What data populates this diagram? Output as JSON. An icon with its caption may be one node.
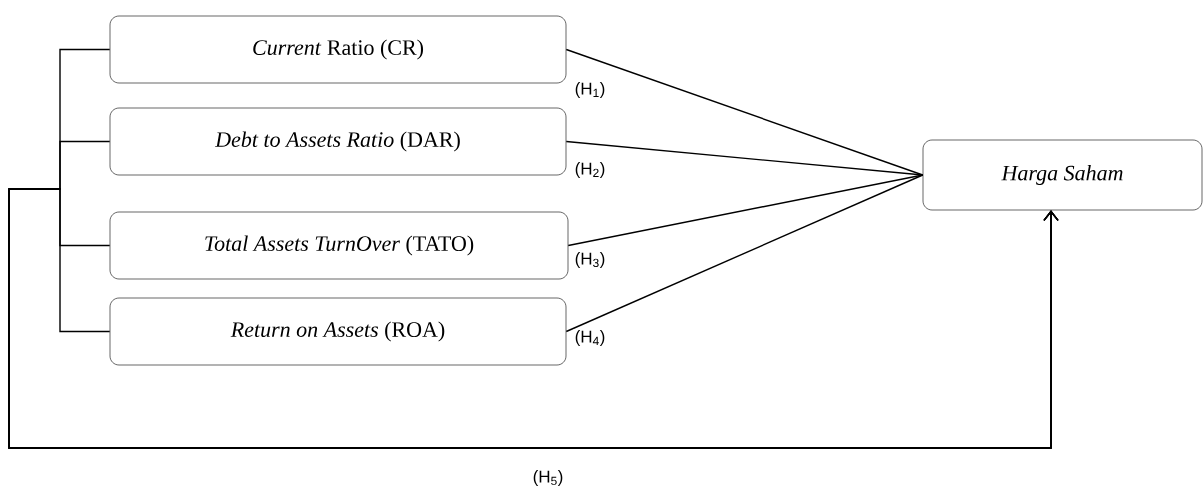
{
  "diagram": {
    "nodes": [
      {
        "text": [
          "*Current* Ratio (CR)"
        ]
      },
      {
        "text": [
          "*Debt to Assets Ratio* (DAR)"
        ]
      },
      {
        "text": [
          "*Total Assets TurnOver* (TATO)"
        ]
      },
      {
        "text": [
          "*Return on Assets* (ROA)"
        ]
      },
      {
        "text": [
          "*Harga Saham*"
        ]
      }
    ],
    "edges": [
      {
        "from": 0,
        "to": 4,
        "arrow": "none",
        "label": "(H$_{1}$)"
      },
      {
        "from": 1,
        "to": 4,
        "arrow": "none",
        "label": "(H$_{2}$)"
      },
      {
        "from": 2,
        "to": 4,
        "arrow": "none",
        "label": "(H$_{3}$)"
      },
      {
        "from": 3,
        "to": 4,
        "arrow": "none",
        "label": "(H$_{4}$)"
      },
      {
        "from": 0,
        "to": 4,
        "arrow": "to",
        "label": "(H$_{5}$)"
      },
      {
        "from": 1,
        "to": 4,
        "arrow": "to"
      },
      {
        "from": 2,
        "to": 4,
        "arrow": "to"
      },
      {
        "from": 3,
        "to": 4,
        "arrow": "to"
      }
    ]
  }
}
